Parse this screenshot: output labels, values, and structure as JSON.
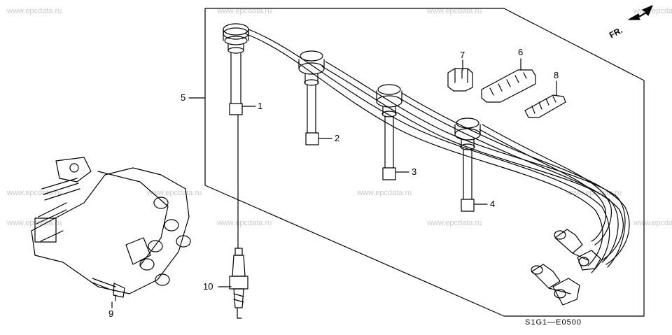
{
  "watermarks": {
    "text": "www.epcdata.ru"
  },
  "callouts": {
    "c1": "1",
    "c2": "2",
    "c3": "3",
    "c4": "4",
    "c5": "5",
    "c6": "6",
    "c7": "7",
    "c8": "8",
    "c9": "9",
    "c10": "10"
  },
  "direction_marker": {
    "label": "FR."
  },
  "diagram_code": "S1G1—E0500",
  "colors": {
    "line": "#000000",
    "watermark": "#c8c8c8",
    "background": "#ffffff"
  }
}
